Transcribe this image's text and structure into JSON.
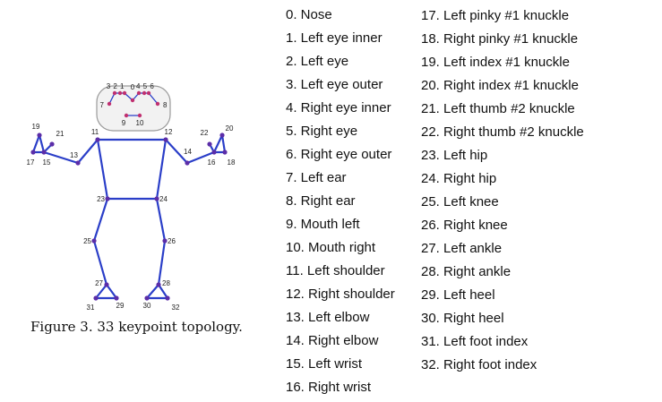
{
  "figure": {
    "caption": "Figure 3. 33 keypoint topology.",
    "colors": {
      "bone": "#2a3ec8",
      "joint": "#5b2da8",
      "face_point": "#c03070",
      "head_outline": "#9a9a9a",
      "head_fill": "#f2f2f2"
    },
    "keypoint_numbers": [
      "0",
      "1",
      "2",
      "3",
      "4",
      "5",
      "6",
      "7",
      "8",
      "9",
      "10",
      "11",
      "12",
      "13",
      "14",
      "15",
      "16",
      "17",
      "18",
      "19",
      "20",
      "21",
      "22",
      "23",
      "24",
      "25",
      "26",
      "27",
      "28",
      "29",
      "30",
      "31",
      "32"
    ],
    "eye_labels_left": "3 2 1",
    "eye_labels_right": "4 5 6"
  },
  "legend": {
    "left_column": [
      "0. Nose",
      "1. Left eye inner",
      "2. Left eye",
      "3. Left eye outer",
      "4. Right eye inner",
      "5. Right eye",
      "6. Right eye outer",
      "7. Left ear",
      "8. Right ear",
      "9. Mouth left",
      "10. Mouth right",
      "11. Left shoulder",
      "12. Right shoulder",
      "13. Left elbow",
      "14. Right elbow",
      "15. Left wrist",
      "16. Right wrist"
    ],
    "right_column": [
      "17. Left pinky #1 knuckle",
      "18. Right pinky #1 knuckle",
      "19. Left index #1 knuckle",
      "20. Right index #1 knuckle",
      "21. Left thumb #2 knuckle",
      "22. Right thumb #2 knuckle",
      "23. Left hip",
      "24. Right hip",
      "25. Left knee",
      "26. Right knee",
      "27. Left ankle",
      "28. Right ankle",
      "29. Left heel",
      "30. Right heel",
      "31. Left foot index",
      "32. Right foot index"
    ]
  }
}
